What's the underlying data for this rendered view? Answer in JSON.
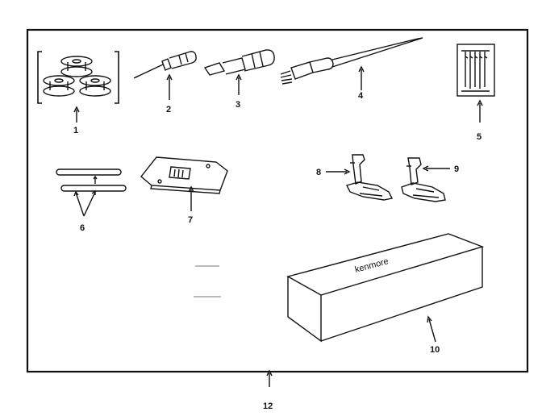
{
  "diagram": {
    "callouts": [
      {
        "id": "bobbins",
        "label": "1"
      },
      {
        "id": "screwdriver-small",
        "label": "2"
      },
      {
        "id": "screwdriver-offset",
        "label": "3"
      },
      {
        "id": "lint-brush-seam-ripper",
        "label": "4"
      },
      {
        "id": "needle-pack",
        "label": "5"
      },
      {
        "id": "spool-pins",
        "label": "6"
      },
      {
        "id": "needle-plate",
        "label": "7"
      },
      {
        "id": "presser-foot-a",
        "label": "8"
      },
      {
        "id": "presser-foot-b",
        "label": "9"
      },
      {
        "id": "accessory-box",
        "label": "10"
      },
      {
        "id": "accessory-set",
        "label": "12"
      }
    ],
    "box_brand": "kenmore"
  },
  "colors": {
    "ink": "#111111",
    "paper": "#ffffff"
  }
}
